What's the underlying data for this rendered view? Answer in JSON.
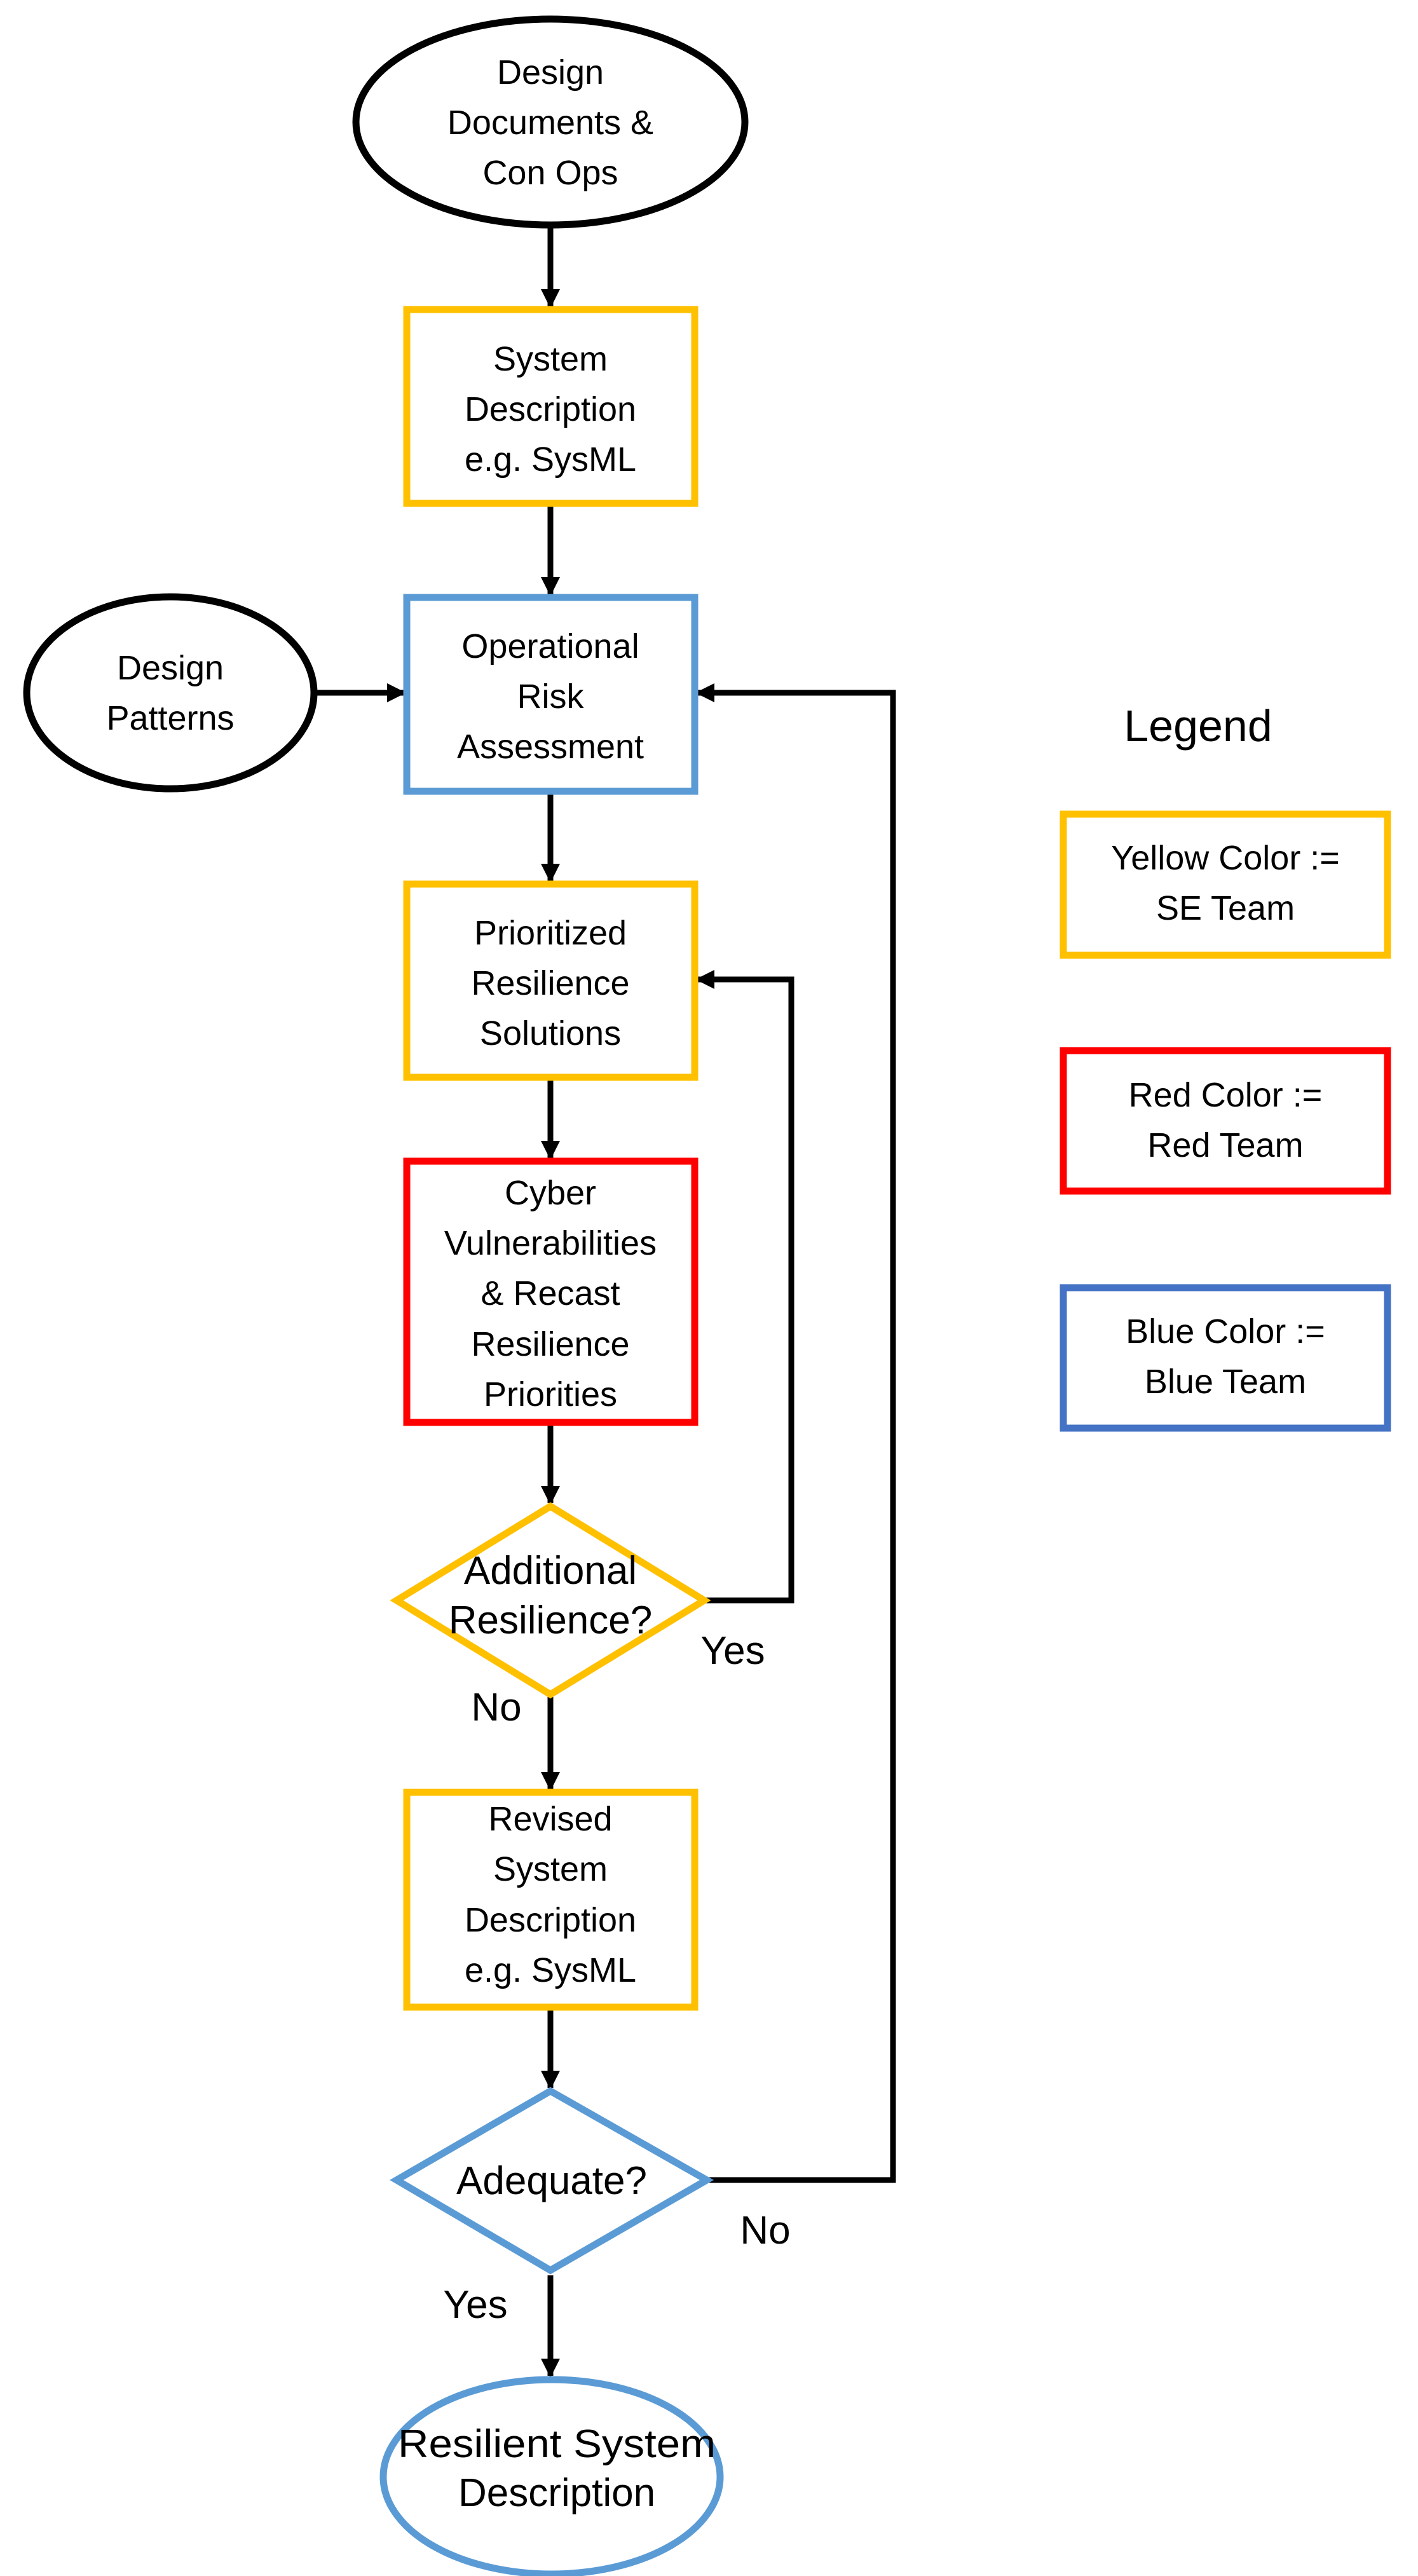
{
  "colors": {
    "yellow": "#FFC000",
    "red": "#FF0000",
    "blue": "#5B9BD5",
    "legend_blue": "#4472C4",
    "black": "#000000"
  },
  "nodes": {
    "design_documents": {
      "shape": "ellipse",
      "color": "black",
      "lines": [
        "Design",
        "Documents &",
        "Con Ops"
      ]
    },
    "system_description": {
      "shape": "rectangle",
      "color": "yellow",
      "lines": [
        "System",
        "Description",
        "e.g. SysML"
      ]
    },
    "design_patterns": {
      "shape": "ellipse",
      "color": "black",
      "lines": [
        "Design",
        "Patterns"
      ]
    },
    "operational_risk": {
      "shape": "rectangle",
      "color": "blue",
      "lines": [
        "Operational",
        "Risk",
        "Assessment"
      ]
    },
    "prioritized_solutions": {
      "shape": "rectangle",
      "color": "yellow",
      "lines": [
        "Prioritized",
        "Resilience",
        "Solutions"
      ]
    },
    "cyber_vulnerabilities": {
      "shape": "rectangle",
      "color": "red",
      "lines": [
        "Cyber",
        "Vulnerabilities",
        "& Recast",
        "Resilience",
        "Priorities"
      ]
    },
    "additional_resilience": {
      "shape": "diamond",
      "color": "yellow",
      "lines": [
        "Additional",
        "Resilience?"
      ]
    },
    "revised_system": {
      "shape": "rectangle",
      "color": "yellow",
      "lines": [
        "Revised",
        "System",
        "Description",
        "e.g. SysML"
      ]
    },
    "adequate": {
      "shape": "diamond",
      "color": "blue",
      "lines": [
        "Adequate?"
      ]
    },
    "resilient_system": {
      "shape": "ellipse",
      "color": "blue",
      "lines": [
        "Resilient System",
        "Description"
      ]
    }
  },
  "edge_labels": {
    "additional_yes": "Yes",
    "additional_no": "No",
    "adequate_no": "No",
    "adequate_yes": "Yes"
  },
  "legend": {
    "title": "Legend",
    "items": [
      {
        "color": "yellow",
        "lines": [
          "Yellow Color :=",
          "SE Team"
        ]
      },
      {
        "color": "red",
        "lines": [
          "Red Color :=",
          "Red Team"
        ]
      },
      {
        "color": "legend_blue",
        "lines": [
          "Blue Color :=",
          "Blue Team"
        ]
      }
    ]
  }
}
